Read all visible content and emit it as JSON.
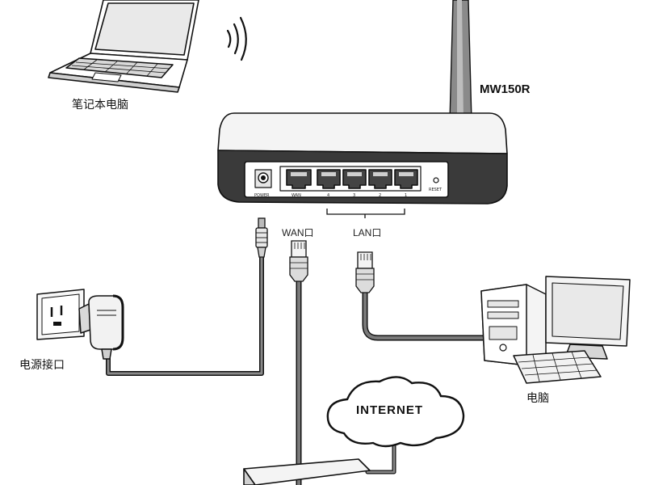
{
  "labels": {
    "laptop": "笔记本电脑",
    "model": "MW150R",
    "wan": "WAN口",
    "lan": "LAN口",
    "power_socket": "电源接口",
    "computer": "电脑",
    "internet": "INTERNET"
  },
  "router_ports": {
    "power": "POWER",
    "wan": "WAN",
    "lan": [
      "4",
      "3",
      "2",
      "1"
    ],
    "reset": "RESET"
  },
  "colors": {
    "line": "#111111",
    "cable": "#555555",
    "device_dark": "#3a3a3a",
    "device_light": "#f2f2f2"
  }
}
